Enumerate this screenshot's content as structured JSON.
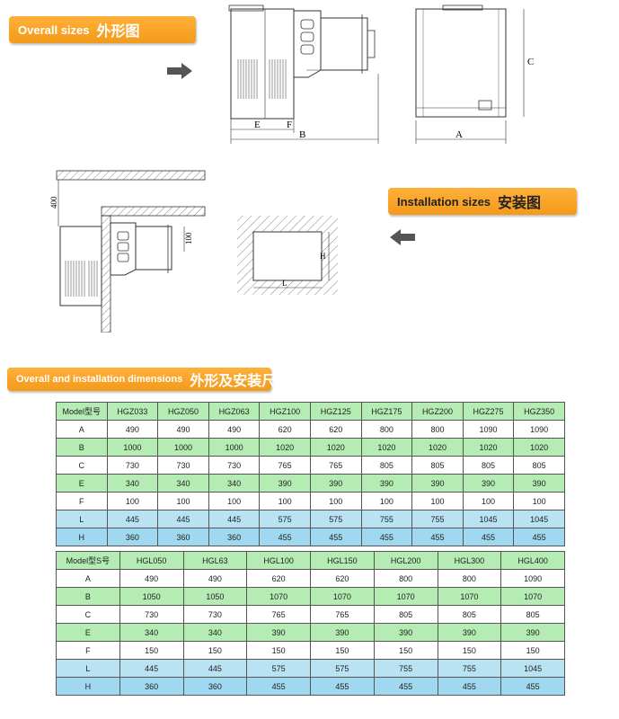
{
  "banners": {
    "overall": {
      "en": "Overall sizes",
      "zh": "外形图"
    },
    "installation": {
      "en": "Installation sizes",
      "zh": "安装图"
    },
    "dimensions": {
      "en": "Overall and installation dimensions",
      "zh": "外形及安装尺寸"
    }
  },
  "drawing_labels": {
    "E": "E",
    "F": "F",
    "B": "B",
    "A": "A",
    "C": "C",
    "h400": "400",
    "h100": "100",
    "H": "H",
    "L": "L"
  },
  "colors": {
    "banner": "#f39a1a",
    "row_green": "#b4ecb4",
    "row_blue": "#9fd8ef"
  },
  "table1": {
    "header": [
      "Model型号",
      "HGZ033",
      "HGZ050",
      "HGZ063",
      "HGZ100",
      "HGZ125",
      "HGZ175",
      "HGZ200",
      "HGZ275",
      "HGZ350"
    ],
    "rows": [
      [
        "A",
        "490",
        "490",
        "490",
        "620",
        "620",
        "800",
        "800",
        "1090",
        "1090"
      ],
      [
        "B",
        "1000",
        "1000",
        "1000",
        "1020",
        "1020",
        "1020",
        "1020",
        "1020",
        "1020"
      ],
      [
        "C",
        "730",
        "730",
        "730",
        "765",
        "765",
        "805",
        "805",
        "805",
        "805"
      ],
      [
        "E",
        "340",
        "340",
        "340",
        "390",
        "390",
        "390",
        "390",
        "390",
        "390"
      ],
      [
        "F",
        "100",
        "100",
        "100",
        "100",
        "100",
        "100",
        "100",
        "100",
        "100"
      ],
      [
        "L",
        "445",
        "445",
        "445",
        "575",
        "575",
        "755",
        "755",
        "1045",
        "1045"
      ],
      [
        "H",
        "360",
        "360",
        "360",
        "455",
        "455",
        "455",
        "455",
        "455",
        "455"
      ]
    ]
  },
  "table2": {
    "header": [
      "Model型S号",
      "HGL050",
      "HGL63",
      "HGL100",
      "HGL150",
      "HGL200",
      "HGL300",
      "HGL400"
    ],
    "rows": [
      [
        "A",
        "490",
        "490",
        "620",
        "620",
        "800",
        "800",
        "1090"
      ],
      [
        "B",
        "1050",
        "1050",
        "1070",
        "1070",
        "1070",
        "1070",
        "1070"
      ],
      [
        "C",
        "730",
        "730",
        "765",
        "765",
        "805",
        "805",
        "805"
      ],
      [
        "E",
        "340",
        "340",
        "390",
        "390",
        "390",
        "390",
        "390"
      ],
      [
        "F",
        "150",
        "150",
        "150",
        "150",
        "150",
        "150",
        "150"
      ],
      [
        "L",
        "445",
        "445",
        "575",
        "575",
        "755",
        "755",
        "1045"
      ],
      [
        "H",
        "360",
        "360",
        "455",
        "455",
        "455",
        "455",
        "455"
      ]
    ]
  }
}
